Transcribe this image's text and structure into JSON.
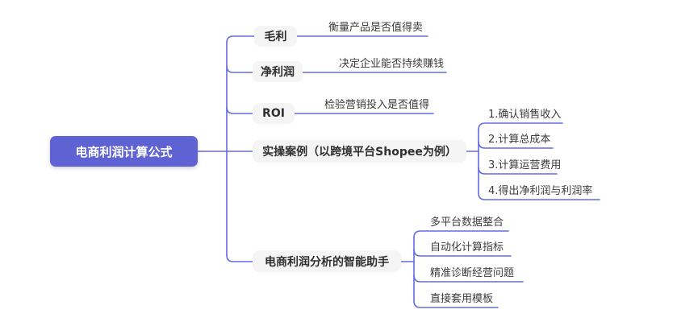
{
  "root": {
    "label": "电商利润计算公式"
  },
  "branches": [
    {
      "label": "毛利",
      "note": "衡量产品是否值得卖"
    },
    {
      "label": "净利润",
      "note": "决定企业能否持续赚钱"
    },
    {
      "label": "ROI",
      "note": "检验营销投入是否值得"
    },
    {
      "label": "实操案例（以跨境平台Shopee为例）",
      "children": [
        "1.确认销售收入",
        "2.计算总成本",
        "3.计算运营费用",
        "4.得出净利润与利润率"
      ]
    },
    {
      "label": "电商利润分析的智能助手",
      "children": [
        "多平台数据整合",
        "自动化计算指标",
        "精准诊断经营问题",
        "直接套用模板"
      ]
    }
  ],
  "colors": {
    "background": "#ffffff",
    "root_fill": "#5e62d2",
    "root_text": "#ffffff",
    "branch_fill": "#f5f5f6",
    "line": "#646ae4",
    "label_text": "#2f2f2f",
    "note_text": "#3c3c3c"
  }
}
